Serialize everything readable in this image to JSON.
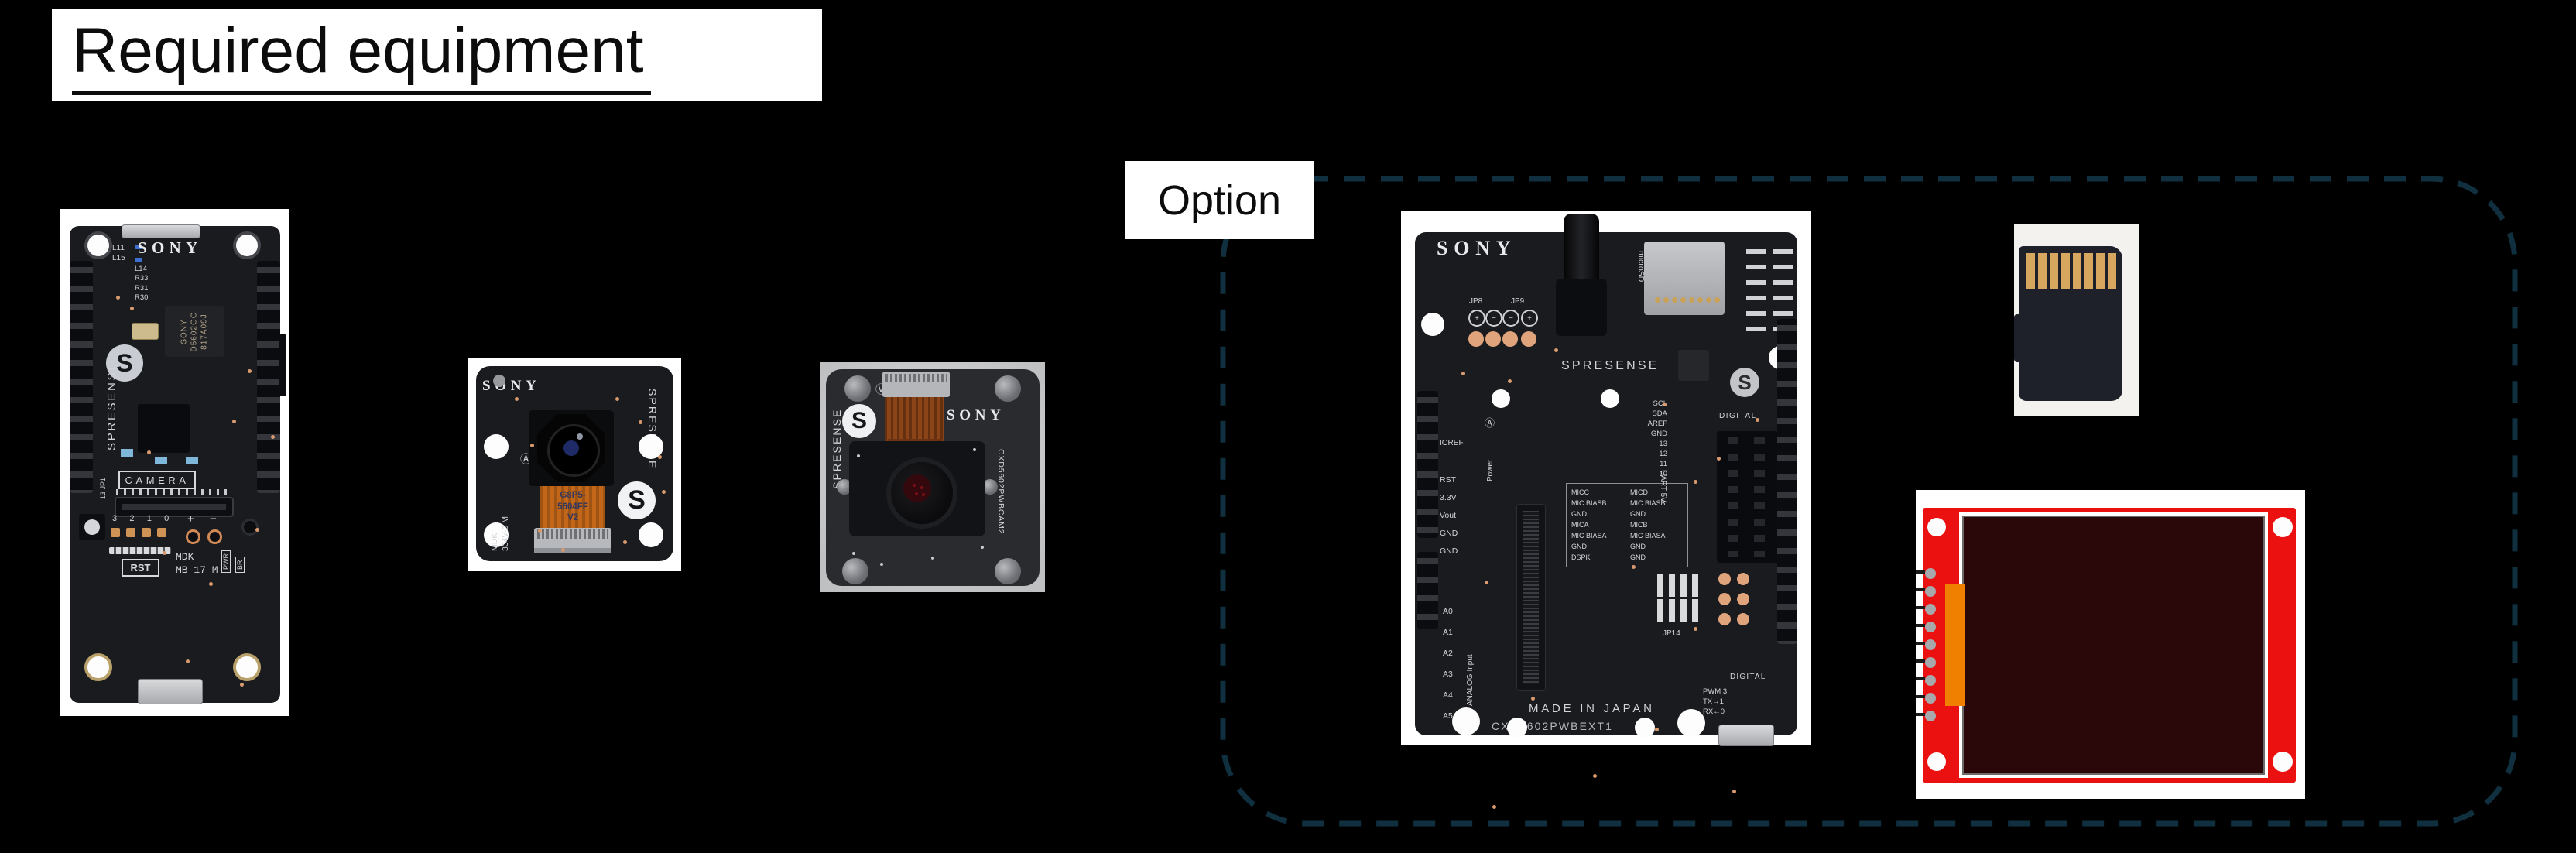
{
  "slide": {
    "title": "Required equipment",
    "option_label": "Option"
  },
  "colors": {
    "background": "#000000",
    "card": "#ffffff",
    "pcb_dark": "#1a1b1f",
    "pcb_gray": "#2a2b2f",
    "dash_border": "#11303f",
    "lcd_red": "#ec1111",
    "lcd_screen": "#2a0708",
    "connector_orange": "#f08000",
    "flex_orange": "#c2661a",
    "flex_brown": "#8a4418",
    "sd_body": "#1f212a",
    "sd_gold": "#d8a75f",
    "copper": "#d89a6e"
  },
  "boards": {
    "main": {
      "brand": "SONY",
      "l11": "L11",
      "l15": "L15",
      "refdes": "L14\nR33\nR31\nR30",
      "chip": "SONY\nD5602GG\n817A09J",
      "logo_letter": "S",
      "product": "SPRESENSE",
      "jp1": "13 JP1",
      "camera_label": "CAMERA",
      "led_digits": "3 2 1 0",
      "plus": "+",
      "minus": "−",
      "pwr": "PWR",
      "br": "BR",
      "rst": "RST",
      "model": "MDK\nMB-17 M"
    },
    "camera": {
      "brand": "SONY",
      "product": "SPRESENSE",
      "circled_a": "Ⓐ",
      "flex": "G8P5-\n5604FF\nV2",
      "model": "MDK\n334V-0 M",
      "logo_letter": "S"
    },
    "hdr": {
      "product": "SPRESENSE",
      "brand": "SONY",
      "circled_v": "Ⓥ",
      "logo_letter": "S",
      "model": "CXD5602PWBCAM2"
    },
    "extension": {
      "brand": "SONY",
      "product": "SPRESENSE",
      "logo_letter": "S",
      "microsd": "microSD",
      "jp8": "JP8",
      "jp9": "JP9",
      "jumper_marks": [
        "+",
        "−",
        "−",
        "+"
      ],
      "ioref": "IOREF",
      "power": "Power",
      "left_pins": "RST\n3.3V\nVout\nGND\nGND",
      "analog": "ANALOG Input",
      "analog_pins": "A0\nA1\nA2\nA3\nA4\nA5",
      "signals": "SCL\nSDA\nAREF\nGND\n13\n12\n11\n10",
      "uart": "UART 5V",
      "digital": "DIGITAL",
      "mic_left": "MICC\nMIC BIASB\nGND\nMICA\nMIC BIASA\nGND\nDSPK",
      "mic_right": "MICD\nMIC BIASB\nGND\nMICB\nMIC BIASA\nGND\nGND",
      "jp14": "JP14",
      "bottom_signals": "PWM 3\nTX→1\nRX←0",
      "made_in": "MADE IN JAPAN",
      "model": "CXD5602PWBEXT1"
    }
  }
}
